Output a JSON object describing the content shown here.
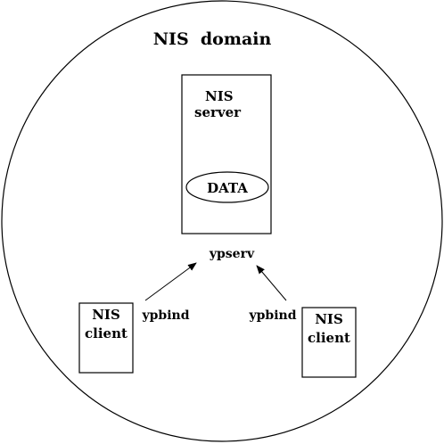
{
  "domain": {
    "title": "NIS  domain"
  },
  "server": {
    "label_line1": "NIS",
    "label_line2": "server",
    "data_label": "DATA",
    "daemon_label": "ypserv"
  },
  "clients": [
    {
      "label_line1": "NIS",
      "label_line2": "client",
      "daemon_label": "ypbind"
    },
    {
      "label_line1": "NIS",
      "label_line2": "client",
      "daemon_label": "ypbind"
    }
  ],
  "colors": {
    "stroke": "#000000",
    "background": "#ffffff"
  }
}
